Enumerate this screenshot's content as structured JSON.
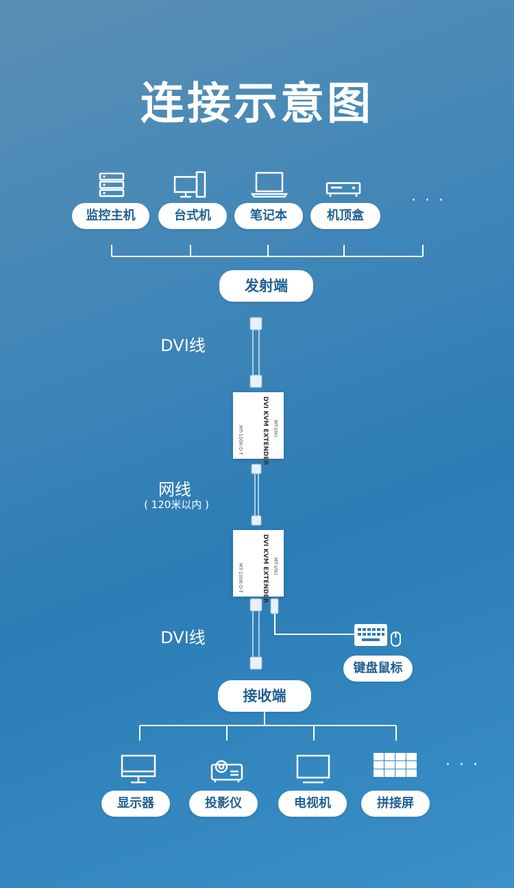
{
  "title": "连接示意图",
  "sources": [
    {
      "label": "监控主机",
      "icon": "server-icon"
    },
    {
      "label": "台式机",
      "icon": "desktop-computer-icon"
    },
    {
      "label": "笔记本",
      "icon": "laptop-icon"
    },
    {
      "label": "机顶盒",
      "icon": "set-top-box-icon"
    }
  ],
  "more_dots": "· · ·",
  "transmitter": "发射端",
  "cable1": "DVI线",
  "network_cable": "网线",
  "network_note": "( 120米以内 )",
  "cable2": "DVI线",
  "device_label": "DVI KVM EXTENDER",
  "device_brand": "MT-VIKI",
  "device_model": "MT-100K-D-T",
  "peripheral": "键盘鼠标",
  "receiver": "接收端",
  "displays": [
    {
      "label": "显示器",
      "icon": "monitor-icon"
    },
    {
      "label": "投影仪",
      "icon": "projector-icon"
    },
    {
      "label": "电视机",
      "icon": "tv-icon"
    },
    {
      "label": "拼接屏",
      "icon": "video-wall-icon"
    }
  ],
  "colors": {
    "background": "#2c7cb5",
    "pill_text": "#1f5f93",
    "line": "#ffffff"
  }
}
